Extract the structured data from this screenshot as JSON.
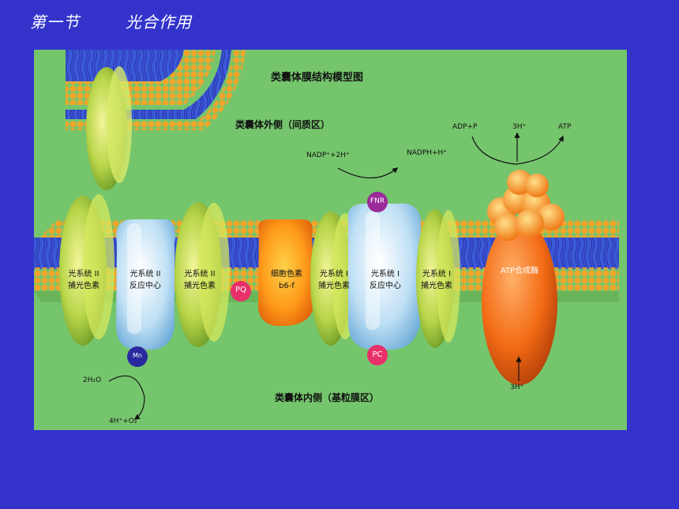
{
  "slide": {
    "section": "第一节",
    "topic": "光合作用"
  },
  "figure": {
    "title": "类囊体膜结构模型图",
    "outer_side": "类囊体外侧（间质区）",
    "inner_side": "类囊体内侧（基粒膜区）",
    "complexes": {
      "ps2_antenna_left": [
        "光系统 II",
        "捕光色素"
      ],
      "ps2_center": [
        "光系统 II",
        "反应中心"
      ],
      "ps2_antenna_right": [
        "光系统 II",
        "捕光色素"
      ],
      "cytochrome": [
        "细胞色素",
        "b6-f"
      ],
      "ps1_antenna_left": [
        "光系统 I",
        "捕光色素"
      ],
      "ps1_center": [
        "光系统 I",
        "反应中心"
      ],
      "ps1_antenna_right": [
        "光系统 I",
        "捕光色素"
      ],
      "atp_synthase": "ATP合成酶"
    },
    "carriers": {
      "pq": "PQ",
      "pc": "PC",
      "fnr": "FNR",
      "mn": "Mn"
    },
    "reactions": {
      "nadp_in": "NADP⁺+2H⁺",
      "nadph_out": "NADPH+H⁺",
      "adp_in": "ADP+P",
      "h_out": "3H⁺",
      "atp_out": "ATP",
      "h_in": "3H⁺",
      "water": "2H₂O",
      "water_products": "4H⁺+O₂"
    }
  }
}
